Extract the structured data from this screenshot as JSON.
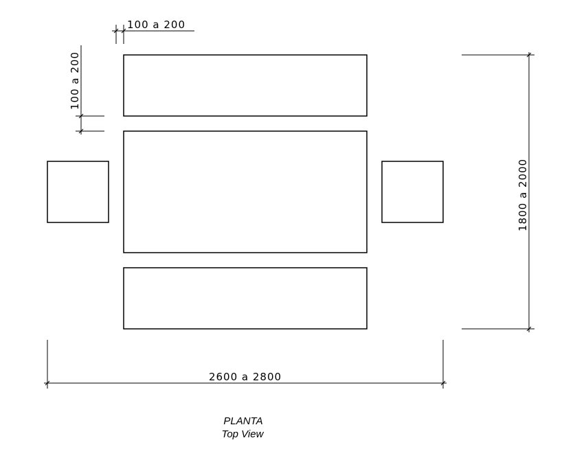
{
  "dimensions": {
    "chair_offset_top": "100  a  200",
    "chair_gap_left": "100  a  200",
    "overall_depth": "1800  a  2000",
    "overall_width": "2600  a  2800"
  },
  "caption": {
    "title": "PLANTA",
    "subtitle": "Top View"
  },
  "colors": {
    "line": "#000000",
    "background": "#ffffff"
  }
}
